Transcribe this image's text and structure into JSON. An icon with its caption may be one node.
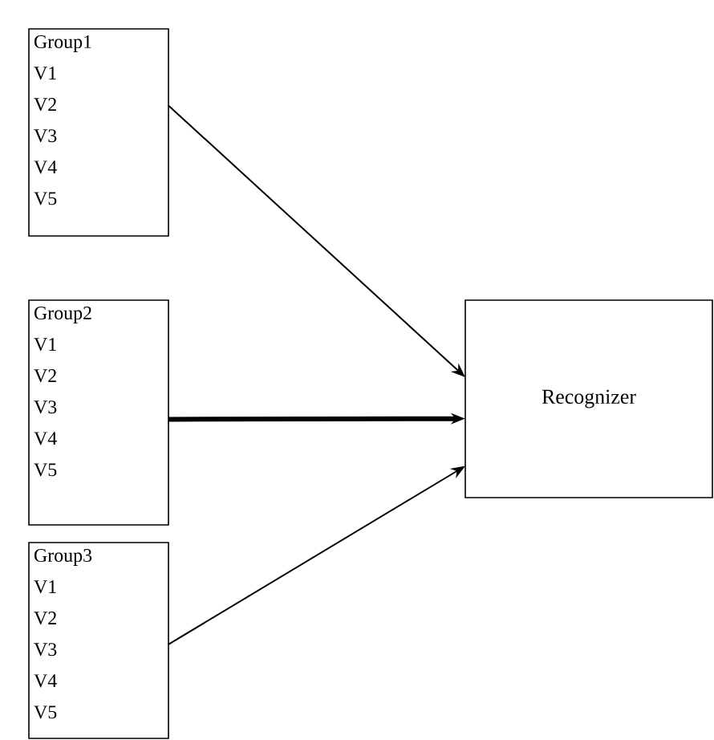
{
  "diagram": {
    "nodes": [
      {
        "text": [
          "Group1",
          "V1",
          "V2",
          "V3",
          "V4",
          "V5"
        ]
      },
      {
        "text": [
          "Group2",
          "V1",
          "V2",
          "V3",
          "V4",
          "V5"
        ]
      },
      {
        "text": [
          "Group3",
          "V1",
          "V2",
          "V3",
          "V4",
          "V5"
        ]
      },
      {
        "text": [
          "Recognizer"
        ]
      }
    ],
    "edges": [
      {
        "from": 0,
        "to": 3,
        "arrow": "to"
      },
      {
        "from": 1,
        "to": 3,
        "arrow": "to",
        "style": "thick"
      },
      {
        "from": 2,
        "to": 3,
        "arrow": "to"
      }
    ]
  }
}
